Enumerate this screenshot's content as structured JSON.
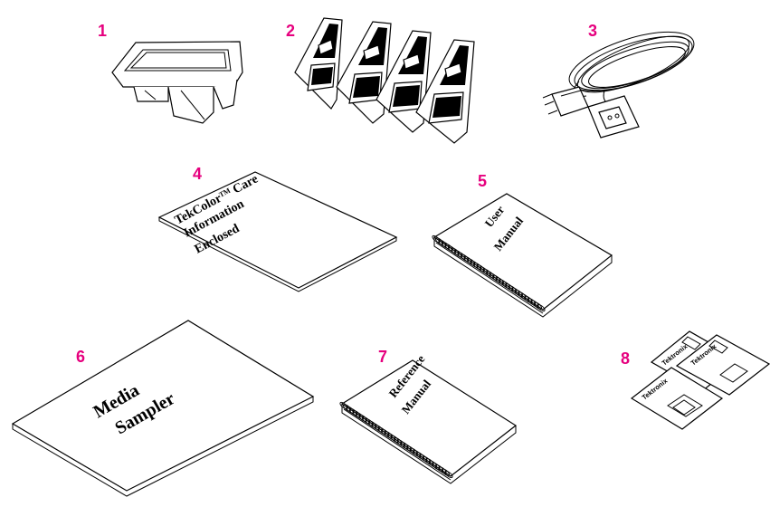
{
  "accent_color": "#e6007e",
  "numbers": [
    "1",
    "2",
    "3",
    "4",
    "5",
    "6",
    "7",
    "8"
  ],
  "items": {
    "tekcolor_care": {
      "line1": "TekColor",
      "tm": "TM",
      "line1b": " Care",
      "line2": "Information",
      "line3": "Enclosed"
    },
    "user_manual": {
      "line1": "User",
      "line2": "Manual"
    },
    "media_sampler": {
      "line1": "Media",
      "line2": "Sampler"
    },
    "reference_manual": {
      "line1": "Reference",
      "line2": "Manual"
    },
    "disks": {
      "label": "Tektronix"
    }
  }
}
